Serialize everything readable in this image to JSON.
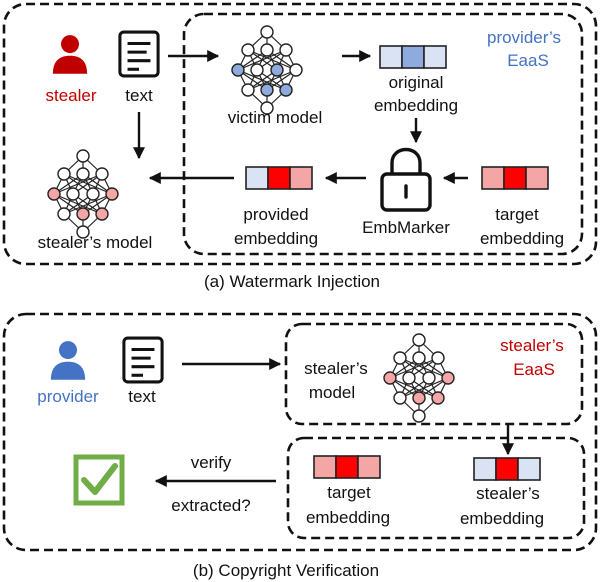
{
  "panel_a": {
    "caption": "(a) Watermark Injection",
    "stealer_label": "stealer",
    "text_label": "text",
    "provider_eaas_line1": "provider’s",
    "provider_eaas_line2": "EaaS",
    "victim_model_label": "victim model",
    "original_embedding_line1": "original",
    "original_embedding_line2": "embedding",
    "embmarker_label": "EmbMarker",
    "target_embedding_line1": "target",
    "target_embedding_line2": "embedding",
    "provided_embedding_line1": "provided",
    "provided_embedding_line2": "embedding",
    "stealer_model_label": "stealer’s model"
  },
  "panel_b": {
    "caption": "(b) Copyright  Verification",
    "provider_label": "provider",
    "text_label": "text",
    "stealer_model_line1": "stealer’s",
    "stealer_model_line2": "model",
    "stealer_eaas_line1": "stealer’s",
    "stealer_eaas_line2": "EaaS",
    "verify_label": "verify",
    "extracted_label": "extracted?",
    "target_embedding_line1": "target",
    "target_embedding_line2": "embedding",
    "stealer_embedding_line1": "stealer’s",
    "stealer_embedding_line2": "embedding"
  },
  "colors": {
    "stealer_red": "#c00000",
    "provider_blue": "#4472c4",
    "check_green": "#70ad47",
    "emb_light_blue": "#dae3f3",
    "emb_mid_blue": "#8faadc",
    "emb_red": "#ff0000",
    "emb_pink": "#f4a6a6"
  }
}
